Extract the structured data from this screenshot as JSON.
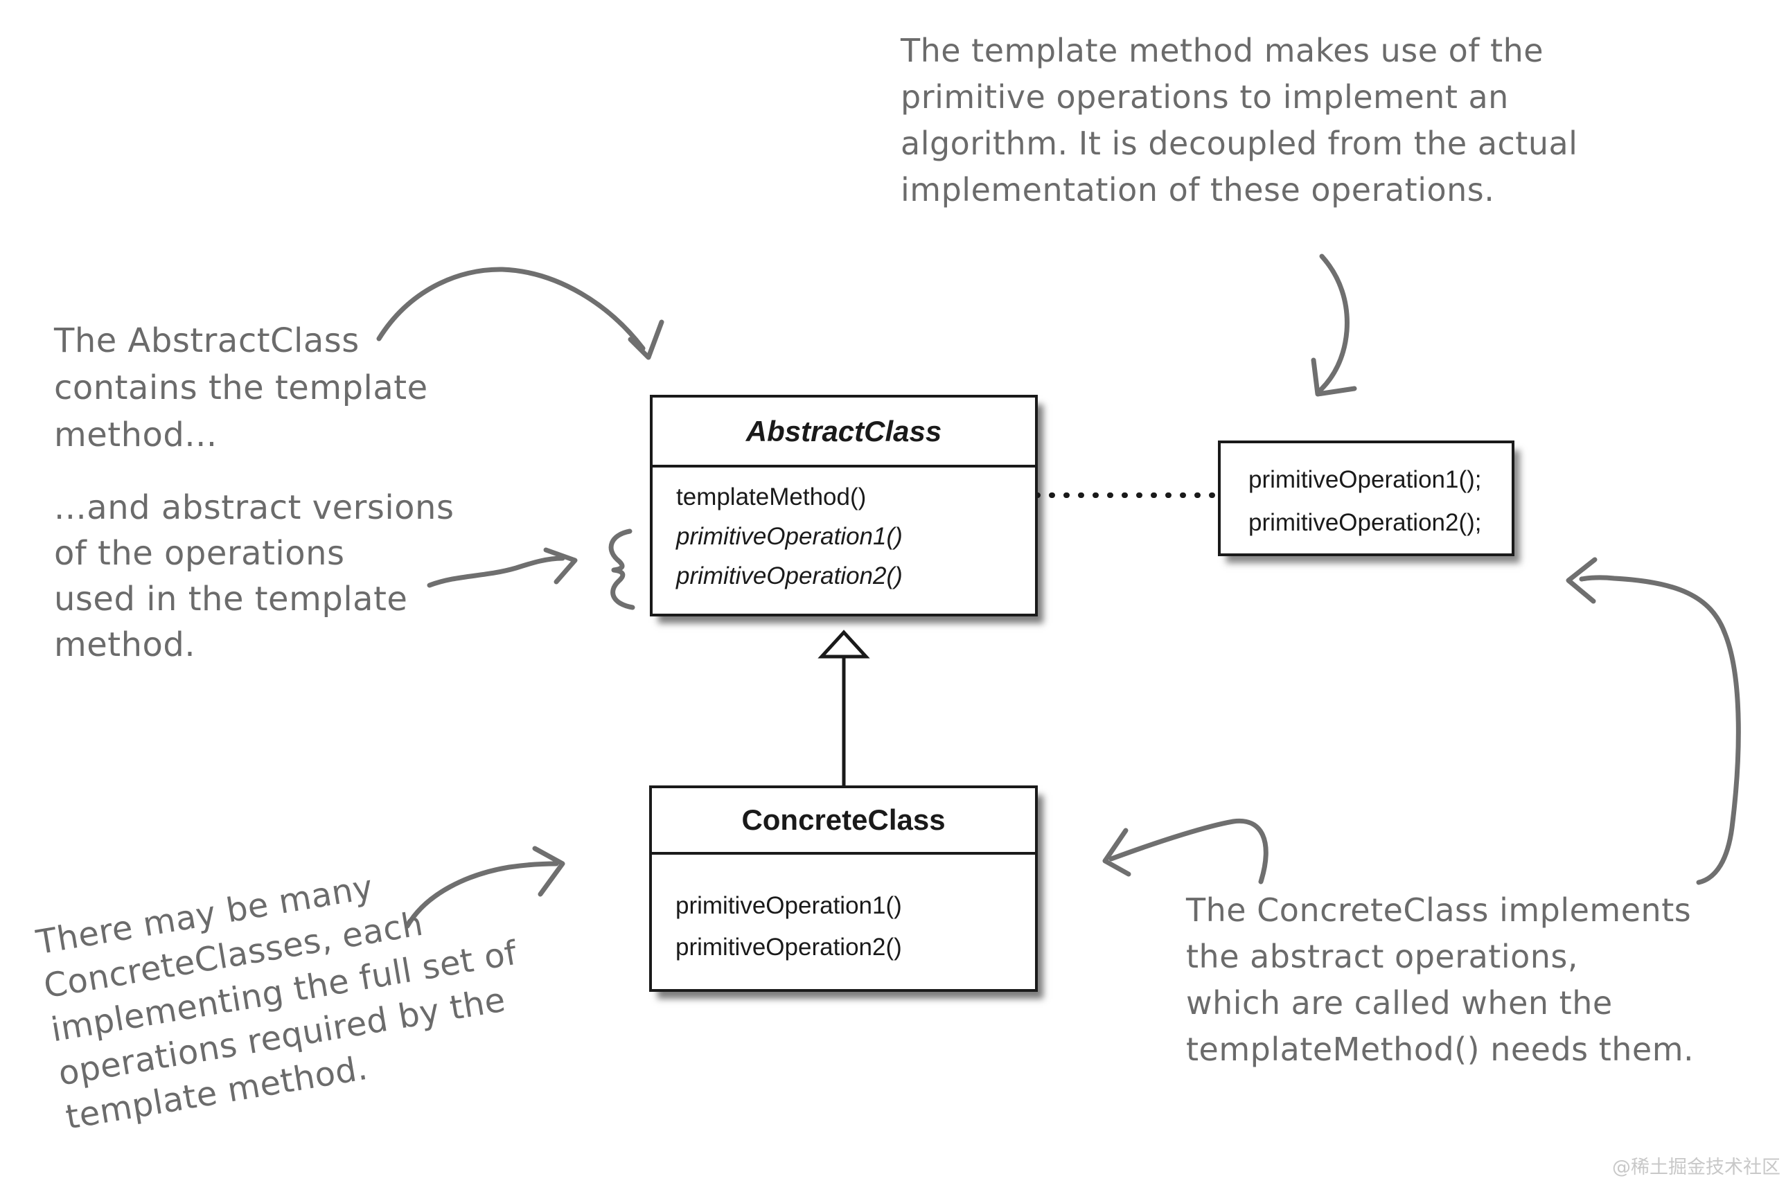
{
  "annotations": {
    "template_method_note": {
      "lines": [
        "The template method makes use of the",
        "primitive operations to implement an",
        "algorithm. It is decoupled from the actual",
        "implementation of these operations."
      ]
    },
    "abstract_class_note": {
      "lines": [
        "The AbstractClass",
        "contains the template",
        "method..."
      ]
    },
    "abstract_ops_note": {
      "lines": [
        "...and abstract versions",
        "of the operations",
        "used in the template",
        "method."
      ]
    },
    "concrete_classes_note": {
      "lines": [
        "There may be many",
        "ConcreteClasses, each",
        "implementing the full set of",
        "operations required by the",
        "template method."
      ]
    },
    "concrete_class_note": {
      "lines": [
        "The ConcreteClass implements",
        "the abstract operations,",
        "which are called when the",
        "templateMethod() needs them."
      ]
    }
  },
  "diagram": {
    "abstract_class": {
      "title": "AbstractClass",
      "methods": [
        {
          "name": "templateMethod()",
          "abstract": false
        },
        {
          "name": "primitiveOperation1()",
          "abstract": true
        },
        {
          "name": "primitiveOperation2()",
          "abstract": true
        }
      ]
    },
    "concrete_class": {
      "title": "ConcreteClass",
      "methods": [
        {
          "name": "primitiveOperation1()"
        },
        {
          "name": "primitiveOperation2()"
        }
      ]
    },
    "code_note": {
      "lines": [
        "primitiveOperation1();",
        "primitiveOperation2();"
      ]
    },
    "relationships": {
      "inheritance": "ConcreteClass extends AbstractClass",
      "dependency": "templateMethod() uses primitiveOperation1(); primitiveOperation2();"
    }
  },
  "watermark": "@稀土掘金技术社区",
  "colors": {
    "background": "#ffffff",
    "handwriting": "#6b6b6b",
    "box_border": "#1a1a1a",
    "uml_text": "#1a1a1a",
    "watermark": "#c8c8c8"
  }
}
